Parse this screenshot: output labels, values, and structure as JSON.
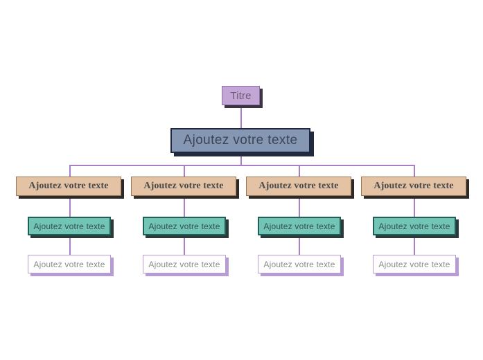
{
  "diagram": {
    "type": "organization-tree",
    "background_color": "#ffffff",
    "connector_color": "#a87fc4",
    "levels": [
      {
        "level": 0,
        "name": "title",
        "fill": "#c4a6d6",
        "border": "#8a6fa8",
        "shadow": "#3a3340",
        "nodes": [
          {
            "label": "Titre"
          }
        ]
      },
      {
        "level": 1,
        "name": "root",
        "fill": "#8597b2",
        "border": "#1d2742",
        "shadow": "#222a3d",
        "nodes": [
          {
            "label": "Ajoutez votre texte"
          }
        ]
      },
      {
        "level": 2,
        "name": "branch",
        "fill": "#e4c2a4",
        "border": "#9c7550",
        "shadow": "#2c2a28",
        "nodes": [
          {
            "label": "Ajoutez votre texte"
          },
          {
            "label": "Ajoutez votre texte"
          },
          {
            "label": "Ajoutez votre texte"
          },
          {
            "label": "Ajoutez votre texte"
          }
        ]
      },
      {
        "level": 3,
        "name": "sub-branch",
        "fill": "#72c4b5",
        "border": "#1f5f5a",
        "shadow": "#2b3a38",
        "nodes": [
          {
            "label": "Ajoutez votre texte"
          },
          {
            "label": "Ajoutez votre texte"
          },
          {
            "label": "Ajoutez votre texte"
          },
          {
            "label": "Ajoutez votre texte"
          }
        ]
      },
      {
        "level": 4,
        "name": "leaf",
        "fill": "#ffffff",
        "border": "#b79bd4",
        "shadow": "#b79bd4",
        "nodes": [
          {
            "label": "Ajoutez votre texte"
          },
          {
            "label": "Ajoutez votre texte"
          },
          {
            "label": "Ajoutez votre texte"
          },
          {
            "label": "Ajoutez votre texte"
          }
        ]
      }
    ]
  }
}
